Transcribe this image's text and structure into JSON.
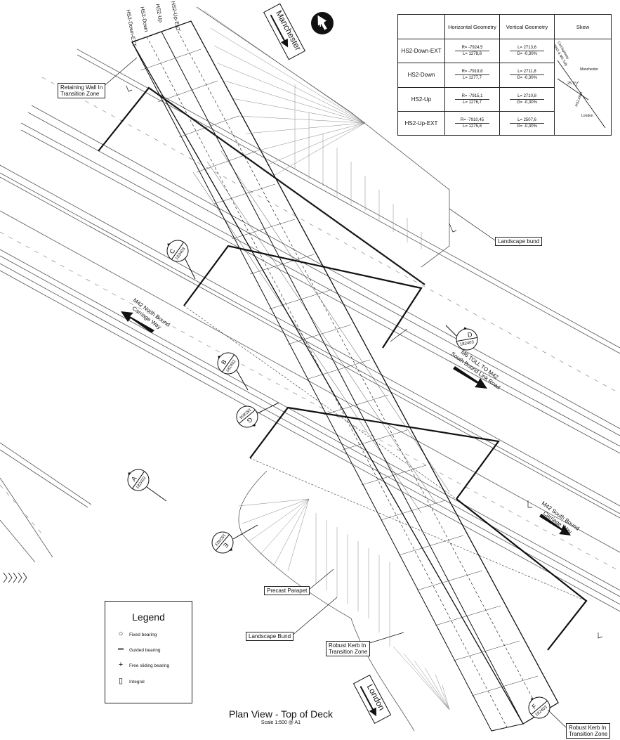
{
  "drawing": {
    "title": "Plan View - Top of Deck",
    "scale": "Scale 1:500 @ A1",
    "north_icon": "north-arrow-icon"
  },
  "directions": {
    "manchester": "Manchester",
    "london": "London"
  },
  "track_labels": [
    "HS2-Down-EXT",
    "HS2-Down",
    "HS2-Up",
    "HS2-Up-EXT"
  ],
  "roads": {
    "m42_north": [
      "M42 North Bound",
      "Carriage Way"
    ],
    "m6_toll": [
      "M6 TOLL TO M42",
      "South Bound Link Road"
    ],
    "m42_south": [
      "M42 South Bound",
      "Carriage Way"
    ]
  },
  "callouts": {
    "retaining_wall": [
      "Retaining Wall In",
      "Transition Zone"
    ],
    "landscape_bund_upper": "Landscape bund",
    "precast_parapet": "Precast Parapet",
    "landscape_bund_lower": "Landscape Bund",
    "robust_kerb_mid": [
      "Robust Kerb In",
      "Transition Zone"
    ],
    "robust_kerb_bottom": [
      "Robust Kerb In",
      "Transition Zone"
    ]
  },
  "section_markers": [
    {
      "letter": "C",
      "ref": "182403"
    },
    {
      "letter": "D",
      "ref": "182403"
    },
    {
      "letter": "B",
      "ref": "182402"
    },
    {
      "letter": "G",
      "ref": "182404"
    },
    {
      "letter": "A",
      "ref": "182402"
    },
    {
      "letter": "E",
      "ref": "182403"
    },
    {
      "letter": "F",
      "ref": "182403"
    }
  ],
  "geometry_table": {
    "headers": [
      "",
      "Horizontal Geometry",
      "Vertical Geometry",
      "Skew"
    ],
    "rows": [
      {
        "name": "HS2-Down-EXT",
        "radius": "R= -7924,5",
        "length": "L= 1278,8",
        "vlength": "L= 2713,6",
        "grade": "G= -0,30%"
      },
      {
        "name": "HS2-Down",
        "radius": "R= -7919,8",
        "length": "L= 1277,7",
        "vlength": "L= 2711,8",
        "grade": "G= -0,30%"
      },
      {
        "name": "HS2-Up",
        "radius": "R= -7915,1",
        "length": "L= 1276,7",
        "vlength": "L= 2710,8",
        "grade": "G= -0,30%"
      },
      {
        "name": "HS2-Up-EXT",
        "radius": "R= -7910,45",
        "length": "L= 1275,8",
        "vlength": "L= 2507,6",
        "grade": "G= -0,30%"
      }
    ],
    "skew": {
      "road_label": [
        "Carriageway",
        "(M42 & M6 Toll)"
      ],
      "angle": "25.9°",
      "north_end": "Manchester",
      "south_end": "London",
      "track": "HS2 Align"
    }
  },
  "legend": {
    "title": "Legend",
    "items": [
      {
        "symbol": "circle-icon",
        "label": "Fixed bearing"
      },
      {
        "symbol": "double-line-icon",
        "label": "Guided bearing"
      },
      {
        "symbol": "cross-icon",
        "label": "Free sliding bearing"
      },
      {
        "symbol": "integral-icon",
        "label": "Integral"
      }
    ]
  }
}
